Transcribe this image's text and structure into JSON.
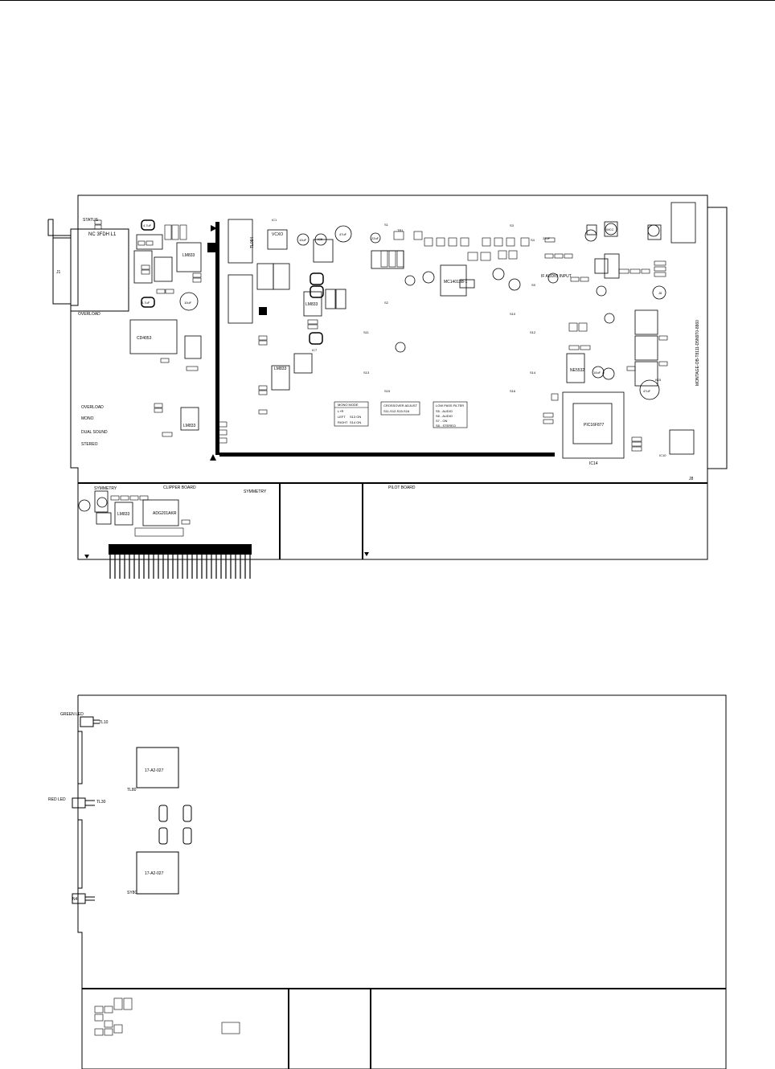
{
  "top_board": {
    "connector_left": {
      "ref": "J1",
      "part": "NC 3FDH L1"
    },
    "labels": {
      "status": "STATUS",
      "overload": "OVERLOAD",
      "overload2": "OVERLOAD",
      "mono": "MONO",
      "dual_sound": "DUAL SOUND",
      "stereo": "STEREO",
      "if_audio": "IF AUDIO INPUT",
      "symmetry": "SYMMETRY",
      "symmetry2": "SYMMETRY",
      "clipper_board": "CLIPPER BOARD",
      "pilot_board": "PILOT BOARD",
      "board_id": "MONTAGE-OB-T8111-D5N9T0-8860",
      "j8": "J8"
    },
    "chips": {
      "lm833_a": "LM833",
      "lm833_b": "LM833",
      "lm833_c": "LM833",
      "lm833_d": "LM833",
      "lm833_e": "LM833",
      "tl084": "TL084",
      "mc14013": "MC14013B-1",
      "pic16f877": "PIC16F877",
      "ic14": "IC14",
      "cd4053": "CD4053",
      "vcxo": "VCXO",
      "adg201": "ADG201AKR",
      "ne5532": "NE5532"
    },
    "boxes": {
      "mono_mode": {
        "title": "MONO MODE",
        "rows": [
          "L+R",
          "LEFT",
          "RIGHT"
        ],
        "vals": [
          "",
          "S13 ON",
          "S14 ON"
        ]
      },
      "crossover": {
        "title": "CROSSOVER ADJUST",
        "rows": [
          "S11-S12-S15-S16"
        ]
      },
      "low_pass": {
        "title": "LOW PASS FILTER",
        "rows": [
          "S5 - AUDIO",
          "S6 - AUDIO",
          "S7 - ON",
          "S8 - STEREO"
        ]
      }
    },
    "components": {
      "c1": "4.7uF",
      "c2": "22uF",
      "c3": "47uF",
      "c4": "10uF",
      "c5": "4.7uF",
      "c6": "10uF",
      "c7": "22uF",
      "c8": "47uF",
      "cap_10uf": "10uF",
      "ic_1": "IC1",
      "ic_5": "IC5",
      "ic_7": "IC7",
      "ic_10": "IC10",
      "tr1": "TR1",
      "j6": "J6",
      "s1": "S1",
      "s2": "S2",
      "s3": "S3",
      "s4": "S4",
      "s9": "S9",
      "s10": "S10",
      "s11": "S11",
      "s12": "S12",
      "s13": "S13",
      "s14": "S14",
      "s15": "S15",
      "s16": "S16",
      "k15": "K15",
      "wcc": "WCC"
    }
  },
  "bottom_board": {
    "labels": {
      "green_led": "GREEN LED",
      "red_led": "RED LED",
      "tl10": "TL10",
      "tl30": "TL30",
      "tl80": "TL80",
      "sy80": "SY80",
      "n4": "N4"
    },
    "chips": {
      "ic_upper": "17-A2-027",
      "ic_lower": "17-A2-027"
    }
  }
}
